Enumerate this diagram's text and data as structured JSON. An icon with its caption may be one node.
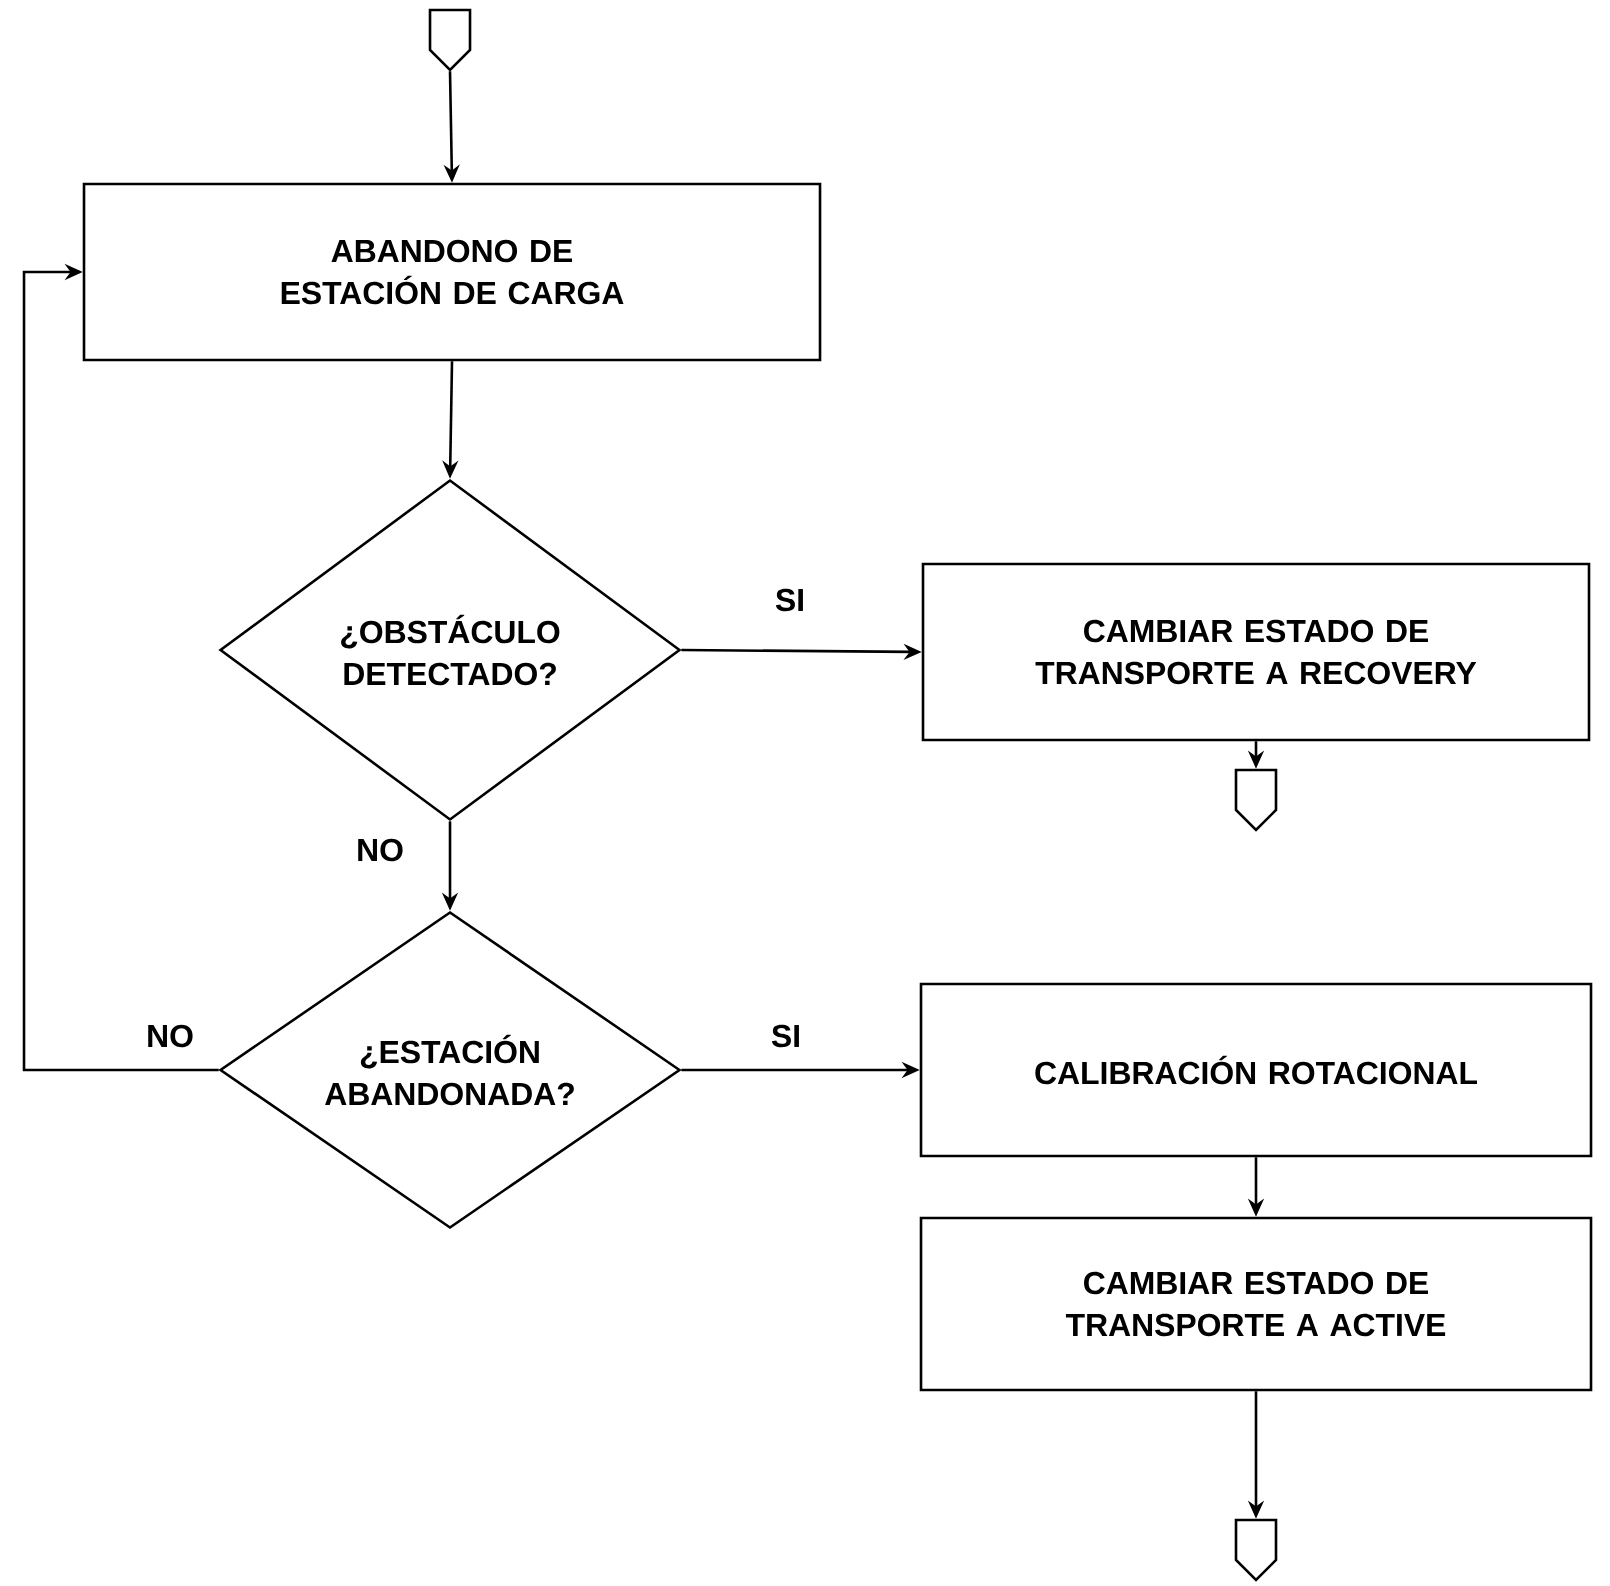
{
  "diagram": {
    "nodes": [
      {
        "text": [],
        "shape": "pentagon"
      },
      {
        "text": [
          "ABANDONO DE ESTACIÓN DE CARGA"
        ]
      },
      {
        "text": [
          "¿OBSTÁCULO DETECTADO?"
        ]
      },
      {
        "text": [
          "CAMBIAR ESTADO DE TRANSPORTE A RECOVERY"
        ]
      },
      {
        "text": [],
        "shape": "pentagon"
      },
      {
        "text": [
          "¿ESTACIÓN ABANDONADA?"
        ]
      },
      {
        "text": [
          "CALIBRACIÓN ROTACIONAL"
        ]
      },
      {
        "text": [
          "CAMBIAR ESTADO DE TRANSPORTE A ACTIVE"
        ]
      },
      {
        "text": [],
        "shape": "pentagon"
      }
    ],
    "edges": [
      {
        "from": 0,
        "to": 1,
        "arrow": "to"
      },
      {
        "from": 1,
        "to": 2,
        "arrow": "to"
      },
      {
        "from": 2,
        "to": 3,
        "arrow": "to",
        "label": "SI"
      },
      {
        "from": 3,
        "to": 4,
        "arrow": "to"
      },
      {
        "from": 2,
        "to": 5,
        "arrow": "to",
        "label": "NO"
      },
      {
        "from": 5,
        "to": 1,
        "arrow": "to",
        "label": "NO"
      },
      {
        "from": 5,
        "to": 6,
        "arrow": "to",
        "label": "SI"
      },
      {
        "from": 6,
        "to": 7,
        "arrow": "to"
      },
      {
        "from": 7,
        "to": 8,
        "arrow": "to"
      }
    ]
  }
}
